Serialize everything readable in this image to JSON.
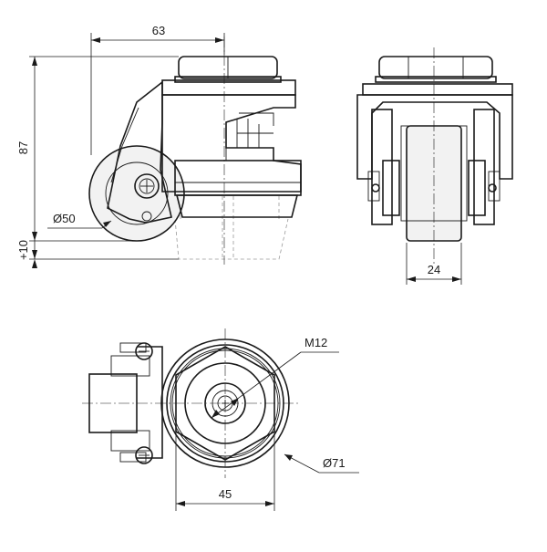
{
  "dimensions": {
    "width_top": "63",
    "height_total": "87",
    "wheel_diameter": "Ø50",
    "lift": "+10",
    "wheel_width": "24",
    "thread": "M12",
    "base_diameter": "Ø71",
    "hex_width": "45"
  },
  "colors": {
    "line": "#1a1a1a",
    "wheel_fill": "#f2f2f2",
    "hidden": "#9a9a9a"
  }
}
